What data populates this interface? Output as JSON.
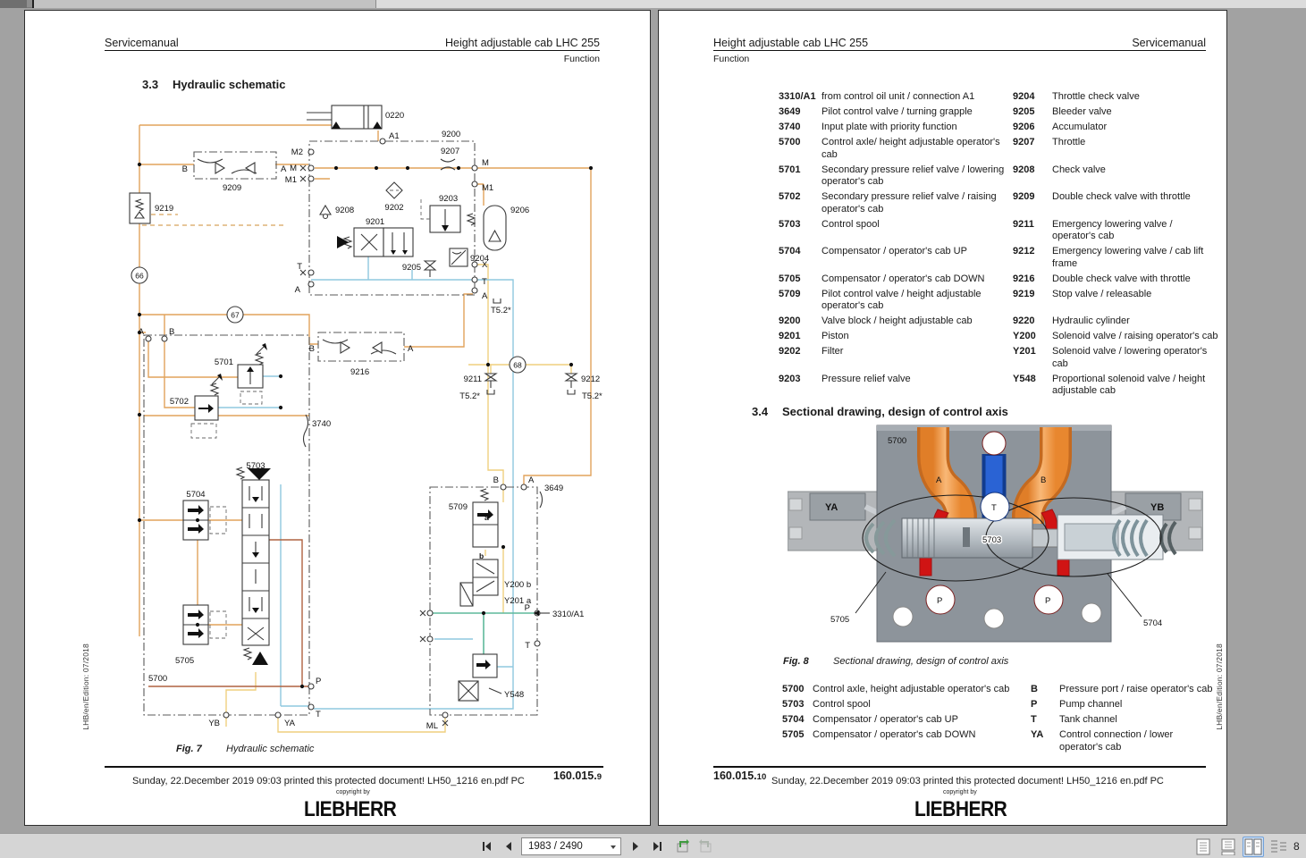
{
  "window": {
    "page_field": "1983 / 2490",
    "zoom_partial": "8"
  },
  "left_page": {
    "header_left": "Servicemanual",
    "header_right": "Height adjustable cab LHC 255",
    "header_sub": "Function",
    "section_no": "3.3",
    "section_title": "Hydraulic schematic",
    "fig_label": "Fig. 7",
    "fig_caption": "Hydraulic schematic",
    "footer_line": "Sunday, 22.December 2019 09:03 printed this protected document! LH50_1216 en.pdf PC",
    "footer_copyright": "copyright by",
    "logo": "LIEBHERR",
    "page_code": "160.015.",
    "page_code_suffix": "9",
    "edition": "LHB/en/Edition: 07/2018",
    "sch": {
      "c0220": "0220",
      "a1": "A1",
      "n9200": "9200",
      "m2": "M2",
      "m": "M",
      "m1": "M1",
      "n9209": "9209",
      "b9209": "B",
      "a9209": "A",
      "n9219": "9219",
      "n66": "66",
      "n9207": "9207",
      "mR": "M",
      "m1R": "M1",
      "n9208": "9208",
      "n9202": "9202",
      "n9203": "9203",
      "n9206": "9206",
      "n9201": "9201",
      "n9204": "9204",
      "n9205": "9205",
      "x": "X",
      "tR": "T",
      "tL": "T",
      "aL": "A",
      "aR": "A",
      "t52a": "T5.2*",
      "n67": "67",
      "a5700": "A",
      "b5700": "B",
      "b9216": "B",
      "a9216": "A",
      "n9216": "9216",
      "n5701": "5701",
      "n5702": "5702",
      "n3740": "3740",
      "n68": "68",
      "n9211": "9211",
      "n9212": "9212",
      "t52b": "T5.2*",
      "t52c": "T5.2*",
      "n5703": "5703",
      "n5704": "5704",
      "b3649": "B",
      "a3649": "A",
      "n3649": "3649",
      "n5709": "5709",
      "la": "a",
      "lb": "b",
      "y200": "Y200 b",
      "y201": "Y201 a",
      "p3649": "P",
      "n3310": "3310/A1",
      "t3649": "T",
      "n5705": "5705",
      "y548": "Y548",
      "n5700": "5700",
      "p5700": "P",
      "t5700": "T",
      "yb": "YB",
      "ya": "YA",
      "ml": "ML"
    }
  },
  "right_page": {
    "header_left": "Height adjustable cab LHC 255",
    "header_right": "Servicemanual",
    "header_sub": "Function",
    "parts_rows": [
      {
        "c1": "3310/A1",
        "d1": "from control oil unit / connection A1",
        "c2": "9204",
        "d2": "Throttle check valve"
      },
      {
        "c1": "3649",
        "d1": "Pilot control valve / turning grapple",
        "c2": "9205",
        "d2": "Bleeder valve"
      },
      {
        "c1": "3740",
        "d1": "Input plate with priority function",
        "c2": "9206",
        "d2": "Accumulator"
      },
      {
        "c1": "5700",
        "d1": "Control axle/ height adjustable operator's cab",
        "c2": "9207",
        "d2": "Throttle"
      },
      {
        "c1": "5701",
        "d1": "Secondary pressure relief valve / lowering operator's cab",
        "c2": "9208",
        "d2": "Check valve"
      },
      {
        "c1": "5702",
        "d1": "Secondary pressure relief valve / raising operator's cab",
        "c2": "9209",
        "d2": "Double check valve with throttle"
      },
      {
        "c1": "5703",
        "d1": "Control spool",
        "c2": "9211",
        "d2": "Emergency lowering valve / operator's cab"
      },
      {
        "c1": "5704",
        "d1": "Compensator / operator's cab UP",
        "c2": "9212",
        "d2": "Emergency lowering valve / cab lift frame"
      },
      {
        "c1": "5705",
        "d1": "Compensator / operator's cab DOWN",
        "c2": "9216",
        "d2": "Double check valve with throttle"
      },
      {
        "c1": "5709",
        "d1": "Pilot control valve / height adjustable operator's cab",
        "c2": "9219",
        "d2": "Stop valve / releasable"
      },
      {
        "c1": "9200",
        "d1": "Valve block / height adjustable cab",
        "c2": "9220",
        "d2": "Hydraulic cylinder"
      },
      {
        "c1": "9201",
        "d1": "Piston",
        "c2": "Y200",
        "d2": "Solenoid valve / raising operator's cab"
      },
      {
        "c1": "9202",
        "d1": "Filter",
        "c2": "Y201",
        "d2": "Solenoid valve / lowering operator's cab"
      },
      {
        "c1": "9203",
        "d1": "Pressure relief valve",
        "c2": "Y548",
        "d2": "Proportional solenoid valve / height adjustable cab"
      }
    ],
    "section_no": "3.4",
    "section_title": "Sectional drawing, design of control axis",
    "fig_label": "Fig. 8",
    "fig_caption": "Sectional drawing, design of control axis",
    "legend_rows": [
      {
        "c1": "5700",
        "d1": "Control axle, height adjustable operator's cab",
        "c2": "B",
        "d2": "Pressure port / raise operator's cab"
      },
      {
        "c1": "5703",
        "d1": "Control spool",
        "c2": "P",
        "d2": "Pump channel"
      },
      {
        "c1": "5704",
        "d1": "Compensator / operator's cab UP",
        "c2": "T",
        "d2": "Tank channel"
      },
      {
        "c1": "5705",
        "d1": "Compensator / operator's cab DOWN",
        "c2": "YA",
        "d2": "Control connection / lower operator's cab"
      }
    ],
    "page_code": "160.015.",
    "page_code_suffix": "10",
    "footer_line": "Sunday, 22.December 2019 09:03 printed this protected document! LH50_1216 en.pdf PC",
    "footer_copyright": "copyright by",
    "logo": "LIEBHERR",
    "edition": "LHB/en/Edition: 07/2018",
    "sec": {
      "n5700": "5700",
      "a": "A",
      "b": "B",
      "t": "T",
      "ya": "YA",
      "yb": "YB",
      "n5703": "5703",
      "p1": "P",
      "p2": "P",
      "n5705": "5705",
      "n5704": "5704"
    }
  }
}
